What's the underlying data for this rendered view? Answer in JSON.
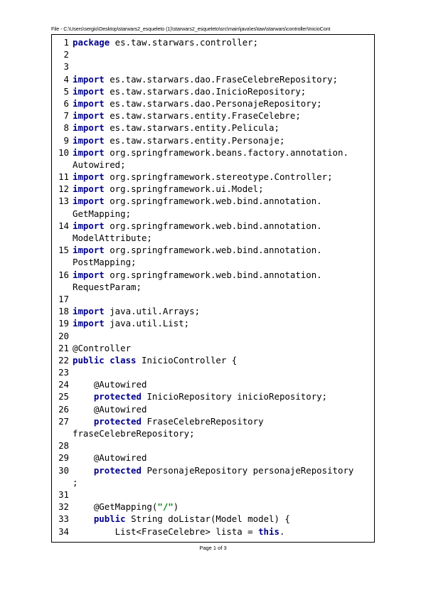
{
  "header": {
    "file_path": "File - C:\\Users\\sergio\\Desktop\\starwars2_esqueleto (1)\\starwars2_esqueleto\\src\\main\\java\\es\\taw\\starwars\\controller\\InicioCont"
  },
  "code_lines": [
    {
      "n": "1",
      "segs": [
        [
          "kw",
          "package"
        ],
        [
          "",
          " es.taw.starwars.controller;"
        ]
      ]
    },
    {
      "n": "2",
      "segs": []
    },
    {
      "n": "3",
      "segs": []
    },
    {
      "n": "4",
      "segs": [
        [
          "kw",
          "import"
        ],
        [
          "",
          " es.taw.starwars.dao.FraseCelebreRepository;"
        ]
      ]
    },
    {
      "n": "5",
      "segs": [
        [
          "kw",
          "import"
        ],
        [
          "",
          " es.taw.starwars.dao.InicioRepository;"
        ]
      ]
    },
    {
      "n": "6",
      "segs": [
        [
          "kw",
          "import"
        ],
        [
          "",
          " es.taw.starwars.dao.PersonajeRepository;"
        ]
      ]
    },
    {
      "n": "7",
      "segs": [
        [
          "kw",
          "import"
        ],
        [
          "",
          " es.taw.starwars.entity.FraseCelebre;"
        ]
      ]
    },
    {
      "n": "8",
      "segs": [
        [
          "kw",
          "import"
        ],
        [
          "",
          " es.taw.starwars.entity.Pelicula;"
        ]
      ]
    },
    {
      "n": "9",
      "segs": [
        [
          "kw",
          "import"
        ],
        [
          "",
          " es.taw.starwars.entity.Personaje;"
        ]
      ]
    },
    {
      "n": "10",
      "segs": [
        [
          "kw",
          "import"
        ],
        [
          "",
          " org.springframework.beans.factory.annotation."
        ]
      ]
    },
    {
      "n": "",
      "segs": [
        [
          "",
          "Autowired;"
        ]
      ]
    },
    {
      "n": "11",
      "segs": [
        [
          "kw",
          "import"
        ],
        [
          "",
          " org.springframework.stereotype.Controller;"
        ]
      ]
    },
    {
      "n": "12",
      "segs": [
        [
          "kw",
          "import"
        ],
        [
          "",
          " org.springframework.ui.Model;"
        ]
      ]
    },
    {
      "n": "13",
      "segs": [
        [
          "kw",
          "import"
        ],
        [
          "",
          " org.springframework.web.bind.annotation."
        ]
      ]
    },
    {
      "n": "",
      "segs": [
        [
          "",
          "GetMapping;"
        ]
      ]
    },
    {
      "n": "14",
      "segs": [
        [
          "kw",
          "import"
        ],
        [
          "",
          " org.springframework.web.bind.annotation."
        ]
      ]
    },
    {
      "n": "",
      "segs": [
        [
          "",
          "ModelAttribute;"
        ]
      ]
    },
    {
      "n": "15",
      "segs": [
        [
          "kw",
          "import"
        ],
        [
          "",
          " org.springframework.web.bind.annotation."
        ]
      ]
    },
    {
      "n": "",
      "segs": [
        [
          "",
          "PostMapping;"
        ]
      ]
    },
    {
      "n": "16",
      "segs": [
        [
          "kw",
          "import"
        ],
        [
          "",
          " org.springframework.web.bind.annotation."
        ]
      ]
    },
    {
      "n": "",
      "segs": [
        [
          "",
          "RequestParam;"
        ]
      ]
    },
    {
      "n": "17",
      "segs": []
    },
    {
      "n": "18",
      "segs": [
        [
          "kw",
          "import"
        ],
        [
          "",
          " java.util.Arrays;"
        ]
      ]
    },
    {
      "n": "19",
      "segs": [
        [
          "kw",
          "import"
        ],
        [
          "",
          " java.util.List;"
        ]
      ]
    },
    {
      "n": "20",
      "segs": []
    },
    {
      "n": "21",
      "segs": [
        [
          "",
          "@Controller"
        ]
      ]
    },
    {
      "n": "22",
      "segs": [
        [
          "kw",
          "public class"
        ],
        [
          "",
          " InicioController {"
        ]
      ]
    },
    {
      "n": "23",
      "segs": []
    },
    {
      "n": "24",
      "segs": [
        [
          "",
          "    @Autowired"
        ]
      ]
    },
    {
      "n": "25",
      "segs": [
        [
          "",
          "    "
        ],
        [
          "kw",
          "protected"
        ],
        [
          "",
          " InicioRepository inicioRepository;"
        ]
      ]
    },
    {
      "n": "26",
      "segs": [
        [
          "",
          "    @Autowired"
        ]
      ]
    },
    {
      "n": "27",
      "segs": [
        [
          "",
          "    "
        ],
        [
          "kw",
          "protected"
        ],
        [
          "",
          " FraseCelebreRepository"
        ]
      ]
    },
    {
      "n": "",
      "segs": [
        [
          "",
          "fraseCelebreRepository;"
        ]
      ]
    },
    {
      "n": "28",
      "segs": []
    },
    {
      "n": "29",
      "segs": [
        [
          "",
          "    @Autowired"
        ]
      ]
    },
    {
      "n": "30",
      "segs": [
        [
          "",
          "    "
        ],
        [
          "kw",
          "protected"
        ],
        [
          "",
          " PersonajeRepository personajeRepository"
        ]
      ]
    },
    {
      "n": "",
      "segs": [
        [
          "",
          ";"
        ]
      ]
    },
    {
      "n": "31",
      "segs": []
    },
    {
      "n": "32",
      "segs": [
        [
          "",
          "    @GetMapping("
        ],
        [
          "str",
          "\"/\""
        ],
        [
          "",
          ")"
        ]
      ]
    },
    {
      "n": "33",
      "segs": [
        [
          "",
          "    "
        ],
        [
          "kw",
          "public"
        ],
        [
          "",
          " String doListar(Model model) {"
        ]
      ]
    },
    {
      "n": "34",
      "segs": [
        [
          "",
          "        List<FraseCelebre> lista = "
        ],
        [
          "kw",
          "this"
        ],
        [
          "",
          "."
        ]
      ]
    }
  ],
  "footer": {
    "page_label": "Page 1 of 3"
  }
}
